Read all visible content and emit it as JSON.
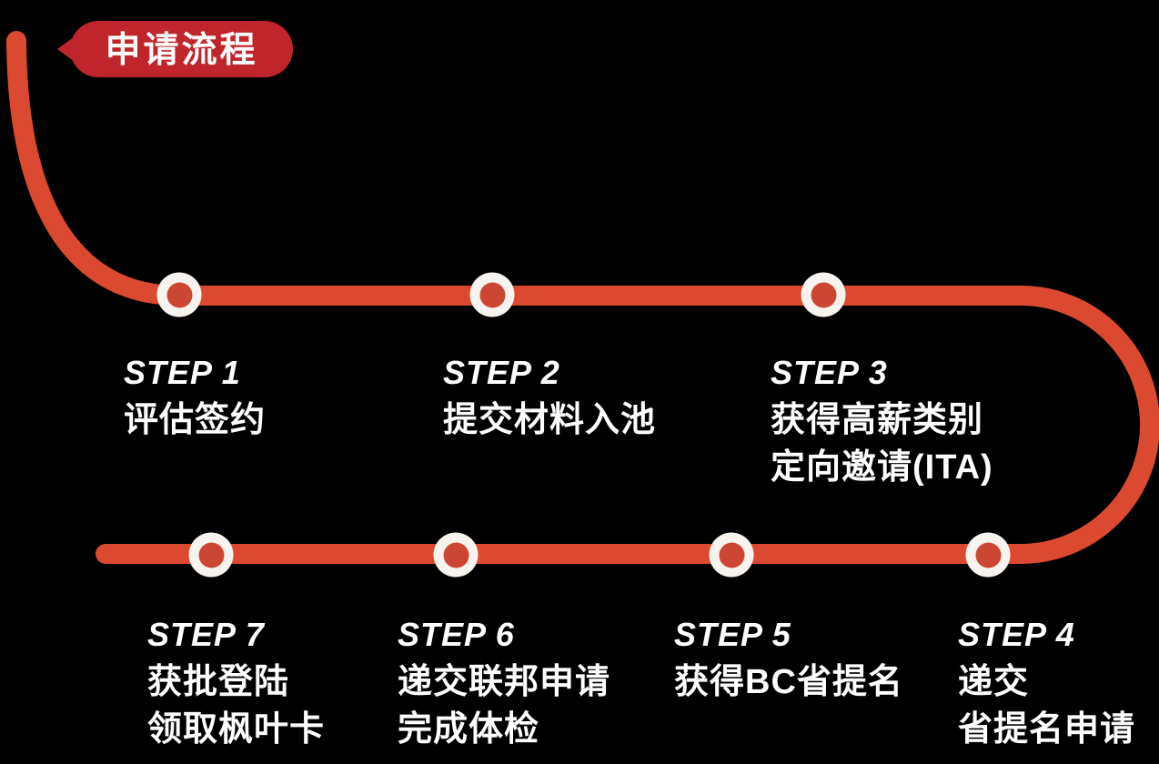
{
  "badge": {
    "label": "申请流程"
  },
  "colors": {
    "line": "#DB4A30",
    "badge": "#C0252B",
    "dot": "#CC4733",
    "ring": "#F7F4EF",
    "text": "#FFFFFF",
    "background": "#000000"
  },
  "steps": [
    {
      "label": "STEP 1",
      "line1": "评估签约",
      "line2": ""
    },
    {
      "label": "STEP 2",
      "line1": "提交材料入池",
      "line2": ""
    },
    {
      "label": "STEP 3",
      "line1": "获得高薪类别",
      "line2": "定向邀请(ITA)"
    },
    {
      "label": "STEP 4",
      "line1": "递交",
      "line2": "省提名申请"
    },
    {
      "label": "STEP 5",
      "line1": "获得BC省提名",
      "line2": ""
    },
    {
      "label": "STEP 6",
      "line1": "递交联邦申请",
      "line2": "完成体检"
    },
    {
      "label": "STEP 7",
      "line1": "获批登陆",
      "line2": "领取枫叶卡"
    }
  ]
}
